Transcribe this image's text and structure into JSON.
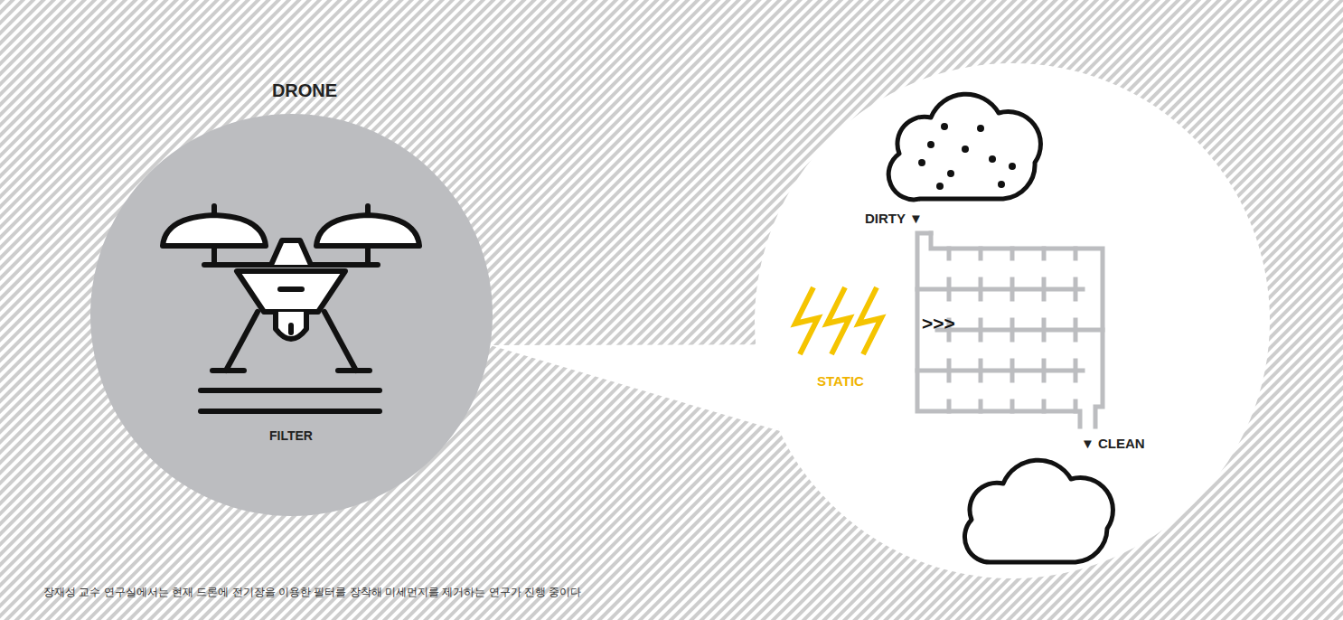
{
  "diagram": {
    "caption": "장재성 교수 연구실에서는 현재 드론에 전기장을 이용한 필터를 장착해 미세먼지를 제거하는 연구가 진행 중이다",
    "nodes": [
      {
        "text": [
          "DRONE",
          "FILTER"
        ]
      },
      {
        "text": [
          "DIRTY ▼",
          "STATIC",
          "▼ CLEAN"
        ]
      }
    ],
    "edges": [
      {
        "from": 0,
        "to": 1,
        "arrow": "none"
      }
    ],
    "labels": [
      ">>>"
    ]
  }
}
